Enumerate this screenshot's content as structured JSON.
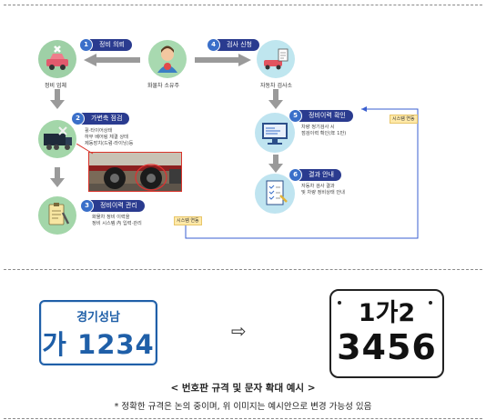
{
  "diagram": {
    "steps": [
      {
        "num": "1",
        "label": "정비 의뢰"
      },
      {
        "num": "2",
        "label": "가변축 점검"
      },
      {
        "num": "3",
        "label": "정비이력 관리"
      },
      {
        "num": "4",
        "label": "검사 신청"
      },
      {
        "num": "5",
        "label": "정비이력 확인"
      },
      {
        "num": "6",
        "label": "결과 안내"
      }
    ],
    "nodes": {
      "repair_shop": "정비 업체",
      "owner": "화물차 소유주",
      "inspection_center": "자동차 검사소"
    },
    "step2_detail": [
      "휠·타이어상태",
      "하부 베어링 체결 상태",
      "제동장치(드럼·라이닝)등"
    ],
    "step3_detail": [
      "화물차 정비 이력을",
      "정비 시스템 內 입력·관리"
    ],
    "step5_detail": [
      "차량 정기검사 시",
      "점검이력 확인(年 1만)"
    ],
    "step6_detail": [
      "자동차 검사 결과",
      "및 차량 정비상태 안내"
    ],
    "system_link_tags": [
      "시스템 연동",
      "시스템 연동"
    ]
  },
  "plates": {
    "current": {
      "region": "경기성남",
      "line": "가 1234"
    },
    "arrow": "⇨",
    "enlarged": {
      "top": "1가2",
      "bottom": "3456"
    }
  },
  "caption": "< 번호판 규격 및 문자 확대 예시 >",
  "note": "* 정확한 규격은 논의 중이며, 위 이미지는 예시안으로 변경 가능성 있음",
  "colors": {
    "navy": "#2a3b8f",
    "step_blue": "#3a6fc9",
    "link_blue": "#3a5fd0",
    "plate_blue": "#1f5fa8"
  }
}
